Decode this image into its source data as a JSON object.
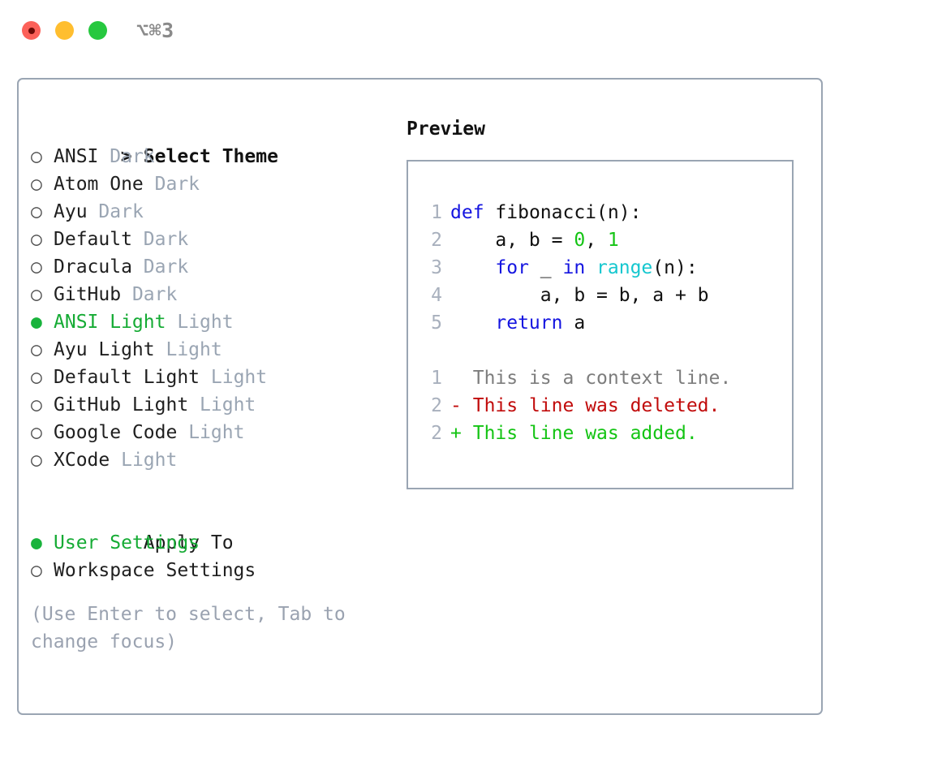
{
  "window": {
    "shortcut_label": "⌥⌘3",
    "traffic_lights": [
      {
        "name": "close",
        "color": "#fc6159"
      },
      {
        "name": "minimize",
        "color": "#ffbe2f"
      },
      {
        "name": "maximize",
        "color": "#26c83f"
      }
    ]
  },
  "theme_pane": {
    "header": {
      "caret": ">",
      "label": "Select Theme"
    },
    "items": [
      {
        "marker": "○",
        "name": "ANSI",
        "variant": "Dark",
        "selected": false
      },
      {
        "marker": "○",
        "name": "Atom One",
        "variant": "Dark",
        "selected": false
      },
      {
        "marker": "○",
        "name": "Ayu",
        "variant": "Dark",
        "selected": false
      },
      {
        "marker": "○",
        "name": "Default",
        "variant": "Dark",
        "selected": false
      },
      {
        "marker": "○",
        "name": "Dracula",
        "variant": "Dark",
        "selected": false
      },
      {
        "marker": "○",
        "name": "GitHub",
        "variant": "Dark",
        "selected": false
      },
      {
        "marker": "●",
        "name": "ANSI Light",
        "variant": "Light",
        "selected": true
      },
      {
        "marker": "○",
        "name": "Ayu Light",
        "variant": "Light",
        "selected": false
      },
      {
        "marker": "○",
        "name": "Default Light",
        "variant": "Light",
        "selected": false
      },
      {
        "marker": "○",
        "name": "GitHub Light",
        "variant": "Light",
        "selected": false
      },
      {
        "marker": "○",
        "name": "Google Code",
        "variant": "Light",
        "selected": false
      },
      {
        "marker": "○",
        "name": "XCode",
        "variant": "Light",
        "selected": false
      }
    ],
    "apply_to": {
      "label": "Apply To",
      "options": [
        {
          "marker": "●",
          "name": "User Settings",
          "selected": true
        },
        {
          "marker": "○",
          "name": "Workspace Settings",
          "selected": false
        }
      ]
    },
    "hint_lines": [
      "(Use Enter to select, Tab to",
      "change focus)"
    ]
  },
  "preview_pane": {
    "title": "Preview",
    "code_lines": [
      {
        "num": "1",
        "tokens": [
          {
            "t": "def",
            "c": "kw"
          },
          {
            "t": " ",
            "c": "plain"
          },
          {
            "t": "fibonacci",
            "c": "fn"
          },
          {
            "t": "(n):",
            "c": "plain"
          }
        ]
      },
      {
        "num": "2",
        "tokens": [
          {
            "t": "    ",
            "c": "plain"
          },
          {
            "t": "a, b = ",
            "c": "id"
          },
          {
            "t": "0",
            "c": "num"
          },
          {
            "t": ", ",
            "c": "id"
          },
          {
            "t": "1",
            "c": "num"
          }
        ]
      },
      {
        "num": "3",
        "tokens": [
          {
            "t": "    ",
            "c": "plain"
          },
          {
            "t": "for",
            "c": "kw"
          },
          {
            "t": " _ ",
            "c": "id"
          },
          {
            "t": "in",
            "c": "kw"
          },
          {
            "t": " ",
            "c": "plain"
          },
          {
            "t": "range",
            "c": "bi"
          },
          {
            "t": "(n):",
            "c": "plain"
          }
        ]
      },
      {
        "num": "4",
        "tokens": [
          {
            "t": "        ",
            "c": "plain"
          },
          {
            "t": "a, b = b, a + b",
            "c": "id"
          }
        ]
      },
      {
        "num": "5",
        "tokens": [
          {
            "t": "    ",
            "c": "plain"
          },
          {
            "t": "return",
            "c": "kw"
          },
          {
            "t": " ",
            "c": "plain"
          },
          {
            "t": "a",
            "c": "id"
          }
        ]
      }
    ],
    "diff_lines": [
      {
        "num": "1",
        "sign": " ",
        "text": "This is a context line.",
        "kind": "ctx"
      },
      {
        "num": "2",
        "sign": "-",
        "text": "This line was deleted.",
        "kind": "del"
      },
      {
        "num": "2",
        "sign": "+",
        "text": "This line was added.",
        "kind": "add"
      }
    ]
  },
  "colors": {
    "selected_green": "#15ab34",
    "muted_gray": "#9aa5b3",
    "border": "#9aa5b3",
    "keyword_blue": "#1414e0",
    "builtin_cyan": "#15c7cf",
    "number_green": "#14c414",
    "diff_add": "#14c414",
    "diff_del": "#c10b0b",
    "line_number": "#a8b0bd"
  }
}
